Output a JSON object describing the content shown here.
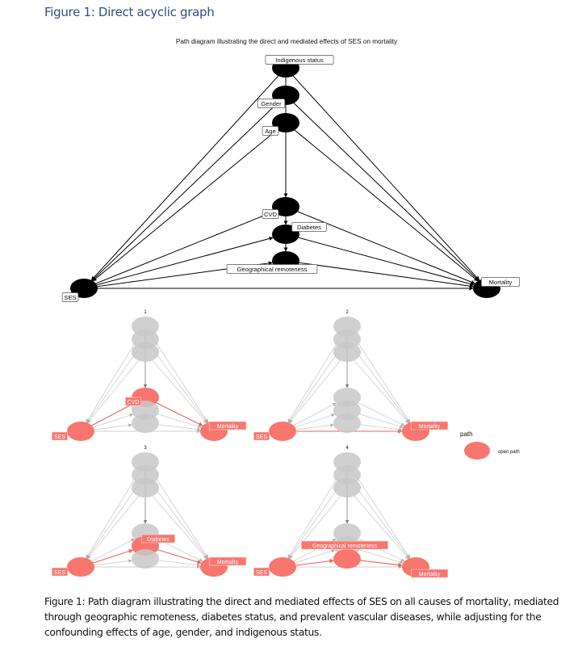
{
  "heading": "Figure 1: Direct acyclic graph",
  "diagram_title": "Path diagram illustrating the direct and mediated effects of SES on mortality",
  "caption": "Figure 1: Path diagram illustrating the direct and mediated effects of SES on all causes of mortality, mediated through geographic remoteness, diabetes status, and prevalent vascular diseases, while adjusting for the confounding effects of age, gender, and indigenous status.",
  "colors": {
    "node_main": "#000000",
    "open_path": "#f8766d",
    "inactive_node": "#c8c8c8",
    "inactive_edge": "#cfcfcf",
    "mediator_arrow": "#8a8a8a",
    "heading": "#2f4f7f"
  },
  "nodes": [
    {
      "id": "indigenous",
      "label": "Indigenous status"
    },
    {
      "id": "gender",
      "label": "Gender"
    },
    {
      "id": "age",
      "label": "Age"
    },
    {
      "id": "cvd",
      "label": "CVD"
    },
    {
      "id": "diabetes",
      "label": "Diabetes"
    },
    {
      "id": "geo",
      "label": "Geographical remoteness"
    },
    {
      "id": "ses",
      "label": "SES"
    },
    {
      "id": "mortality",
      "label": "Mortality"
    }
  ],
  "edges": [
    [
      "indigenous",
      "ses"
    ],
    [
      "indigenous",
      "mortality"
    ],
    [
      "indigenous",
      "cvd"
    ],
    [
      "gender",
      "ses"
    ],
    [
      "gender",
      "mortality"
    ],
    [
      "age",
      "ses"
    ],
    [
      "age",
      "mortality"
    ],
    [
      "cvd",
      "diabetes"
    ],
    [
      "diabetes",
      "geo"
    ],
    [
      "ses",
      "cvd"
    ],
    [
      "ses",
      "diabetes"
    ],
    [
      "ses",
      "geo"
    ],
    [
      "ses",
      "mortality"
    ],
    [
      "cvd",
      "mortality"
    ],
    [
      "diabetes",
      "mortality"
    ],
    [
      "geo",
      "mortality"
    ]
  ],
  "panels": [
    {
      "number": "1",
      "open_nodes": [
        "ses",
        "cvd",
        "mortality"
      ],
      "open_edges": [
        [
          "ses",
          "cvd"
        ],
        [
          "cvd",
          "mortality"
        ]
      ],
      "labels": [
        "cvd",
        "ses",
        "mortality"
      ]
    },
    {
      "number": "2",
      "open_nodes": [
        "ses",
        "mortality"
      ],
      "open_edges": [
        [
          "ses",
          "mortality"
        ]
      ],
      "labels": [
        "ses",
        "mortality"
      ]
    },
    {
      "number": "3",
      "open_nodes": [
        "ses",
        "diabetes",
        "mortality"
      ],
      "open_edges": [
        [
          "ses",
          "diabetes"
        ],
        [
          "diabetes",
          "mortality"
        ]
      ],
      "labels": [
        "diabetes",
        "ses",
        "mortality"
      ]
    },
    {
      "number": "4",
      "open_nodes": [
        "ses",
        "geo",
        "mortality"
      ],
      "open_edges": [
        [
          "ses",
          "geo"
        ],
        [
          "geo",
          "mortality"
        ]
      ],
      "labels": [
        "geo",
        "ses",
        "mortality"
      ]
    }
  ],
  "legend": {
    "title": "path",
    "item": "open path"
  }
}
